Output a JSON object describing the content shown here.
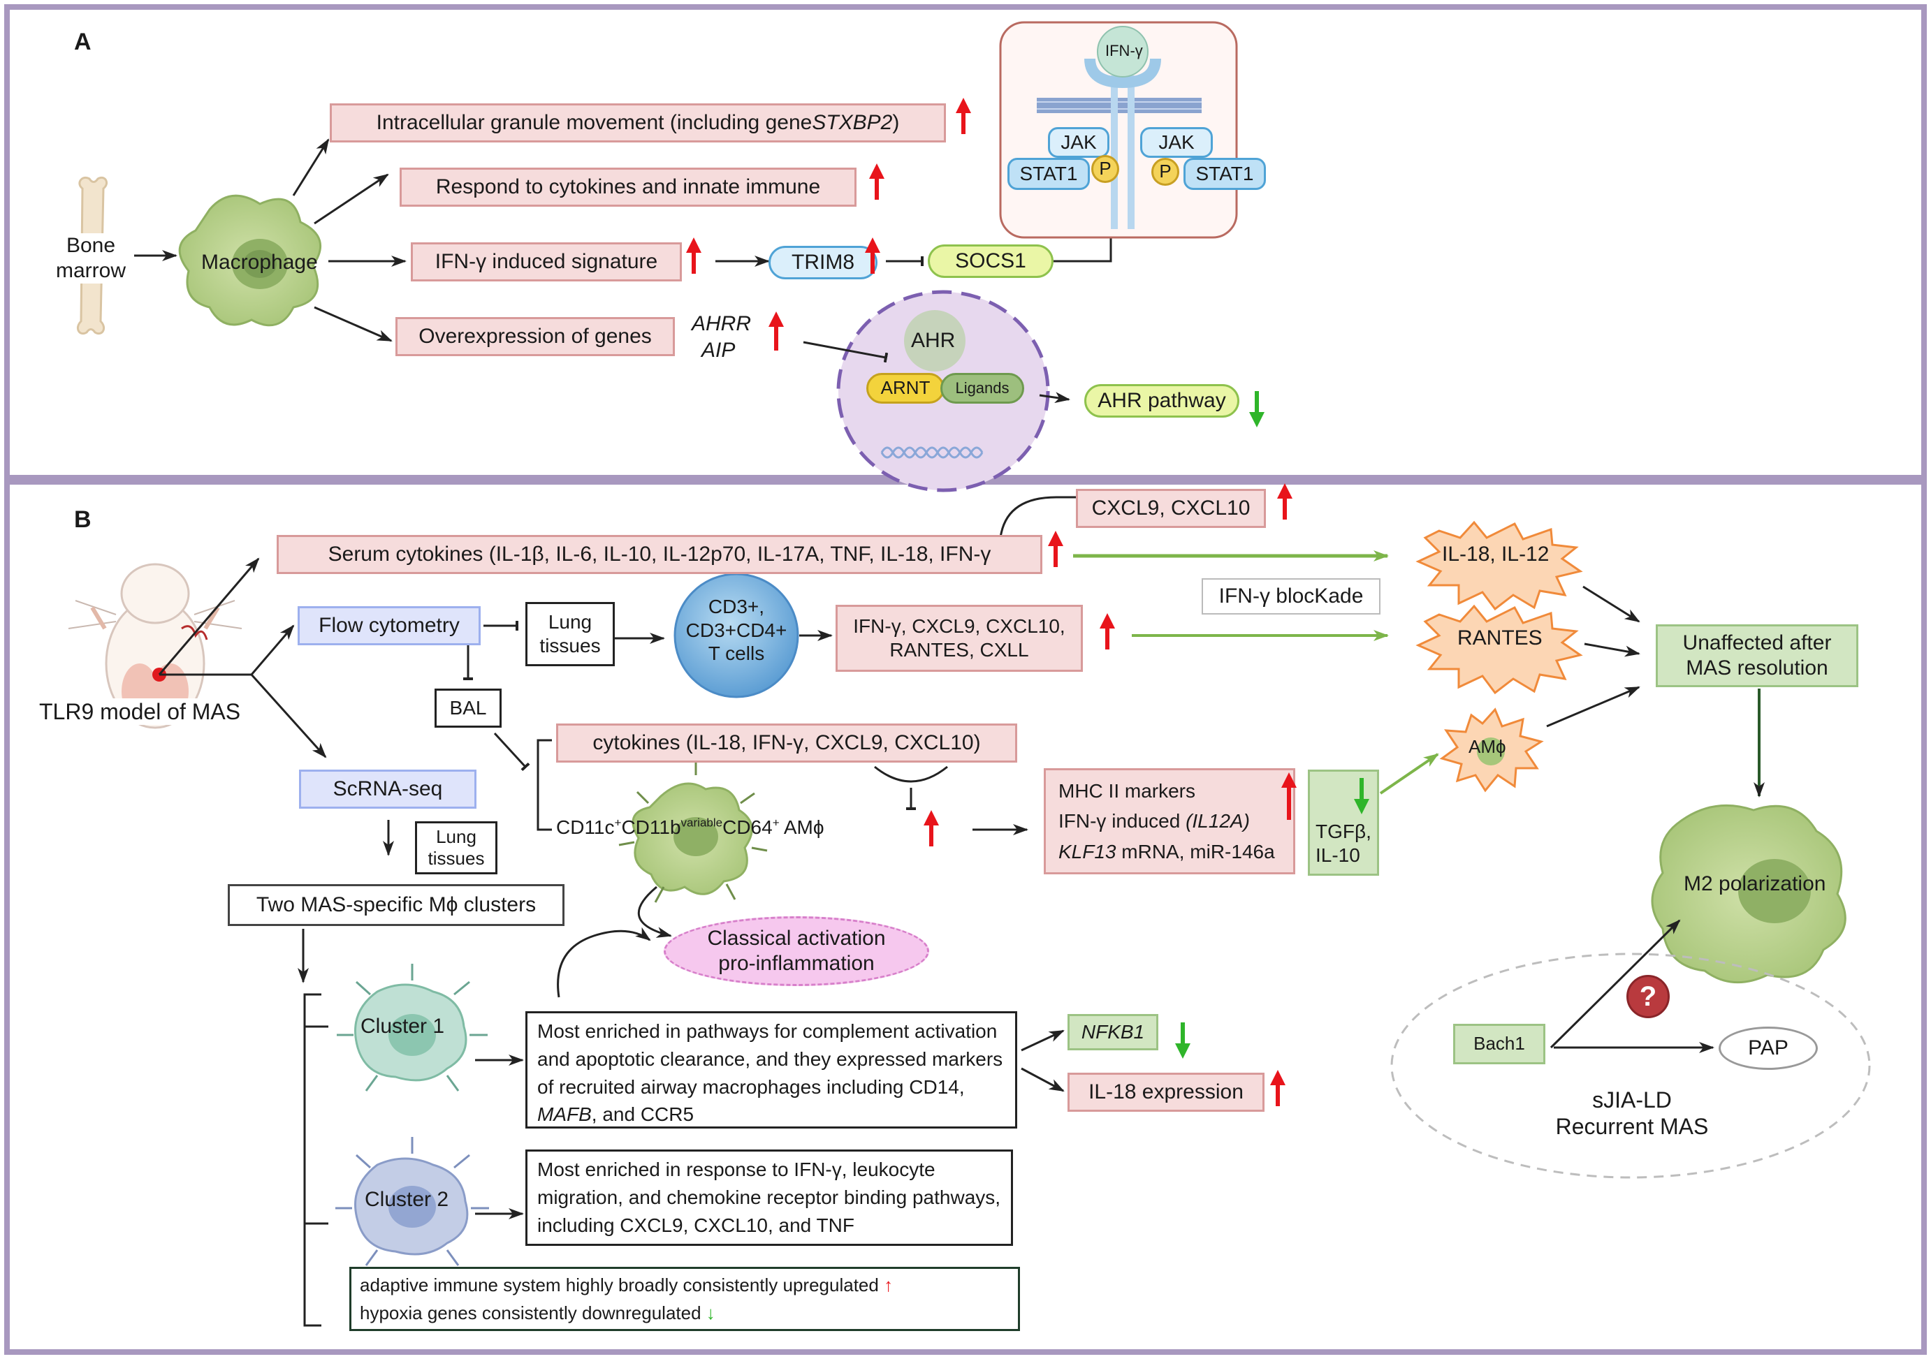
{
  "panel_a": {
    "label": "A",
    "bone_marrow": "Bone\nmarrow",
    "macrophage": "Macrophage",
    "granule_movement": "Intracellular granule movement (including gene ",
    "granule_gene": "STXBP2",
    "granule_close": ")",
    "respond_cytokines": "Respond to cytokines and innate immune",
    "ifng_signature": "IFN-γ induced signature",
    "trim8": "TRIM8",
    "socs1": "SOCS1",
    "overexpression": "Overexpression of genes",
    "ahrr": "AHRR",
    "aip": "AIP",
    "ahr": "AHR",
    "arnt": "ARNT",
    "ligands": "Ligands",
    "ahr_pathway": "AHR pathway",
    "receptor": {
      "ifng": "IFN-γ",
      "jak_left": "JAK",
      "jak_right": "JAK",
      "stat1_left": "STAT1",
      "stat1_right": "STAT1",
      "p_left": "P",
      "p_right": "P"
    }
  },
  "panel_b": {
    "label": "B",
    "model": "TLR9 model of MAS",
    "serum": "Serum cytokines (IL-1β, IL-6, IL-10, IL-12p70, IL-17A, TNF, IL-18, IFN-γ",
    "cxcl": "CXCL9, CXCL10",
    "il18_il12": "IL-18, IL-12",
    "ifng_blockade": "IFN-γ blocKade",
    "flow": "Flow cytometry",
    "lung_tissues_1": "Lung\ntissues",
    "tcells": "CD3+,\nCD3+CD4+\nT cells",
    "tcell_cytokines": "IFN-γ, CXCL9, CXCL10,\nRANTES, CXLL",
    "rantes": "RANTES",
    "unaffected": "Unaffected after\nMAS resolution",
    "bal": "BAL",
    "bal_cytokines": "cytokines (IL-18, IFN-γ, CXCL9, CXCL10)",
    "amphi": "AMϕ",
    "amphi_cells": {
      "a": "CD11c",
      "a_sup": "+",
      "b": "CD11b",
      "b_sup": "variable",
      "c": "CD64",
      "c_sup": "+",
      "d": " AMϕ"
    },
    "mhc": "MHC II markers",
    "ifng_induced": "IFN-γ induced ",
    "il12a": "(IL12A)",
    "klf13": "KLF13",
    "klf13_rest": " mRNA, miR-146a",
    "tgfb": "TGFβ,\nIL-10",
    "scrna": "ScRNA-seq",
    "lung_tissues_2": "Lung\ntissues",
    "clusters": "Two MAS-specific Mϕ clusters",
    "classical": "Classical activation\npro-inflammation",
    "m2": "M2 polarization",
    "cluster1": "Cluster 1",
    "cluster1_desc_1": "Most enriched in pathways for complement activation and apoptotic clearance, and they expressed markers of recruited airway macrophages including CD14, ",
    "cluster1_desc_gene": "MAFB",
    "cluster1_desc_2": ", and CCR5",
    "nfkb1": "NFKB1",
    "il18_expr": "IL-18 expression",
    "cluster2": "Cluster 2",
    "cluster2_desc": "Most  enriched in response to IFN-γ, leukocyte migration, and chemokine receptor binding pathways, including  CXCL9, CXCL10, and TNF",
    "adaptive": "adaptive immune system highly broadly consistently upregulated",
    "hypoxia": "hypoxia genes consistently downregulated",
    "bach1": "Bach1",
    "pap": "PAP",
    "question": "?",
    "sjia": "sJIA-LD\nRecurrent MAS"
  },
  "colors": {
    "frame": "#a898bf",
    "up_arrow": "#e8141b",
    "down_arrow": "#2fb52a",
    "pink_fill": "#f6dcdc",
    "green_fill": "#d2e6c2"
  }
}
